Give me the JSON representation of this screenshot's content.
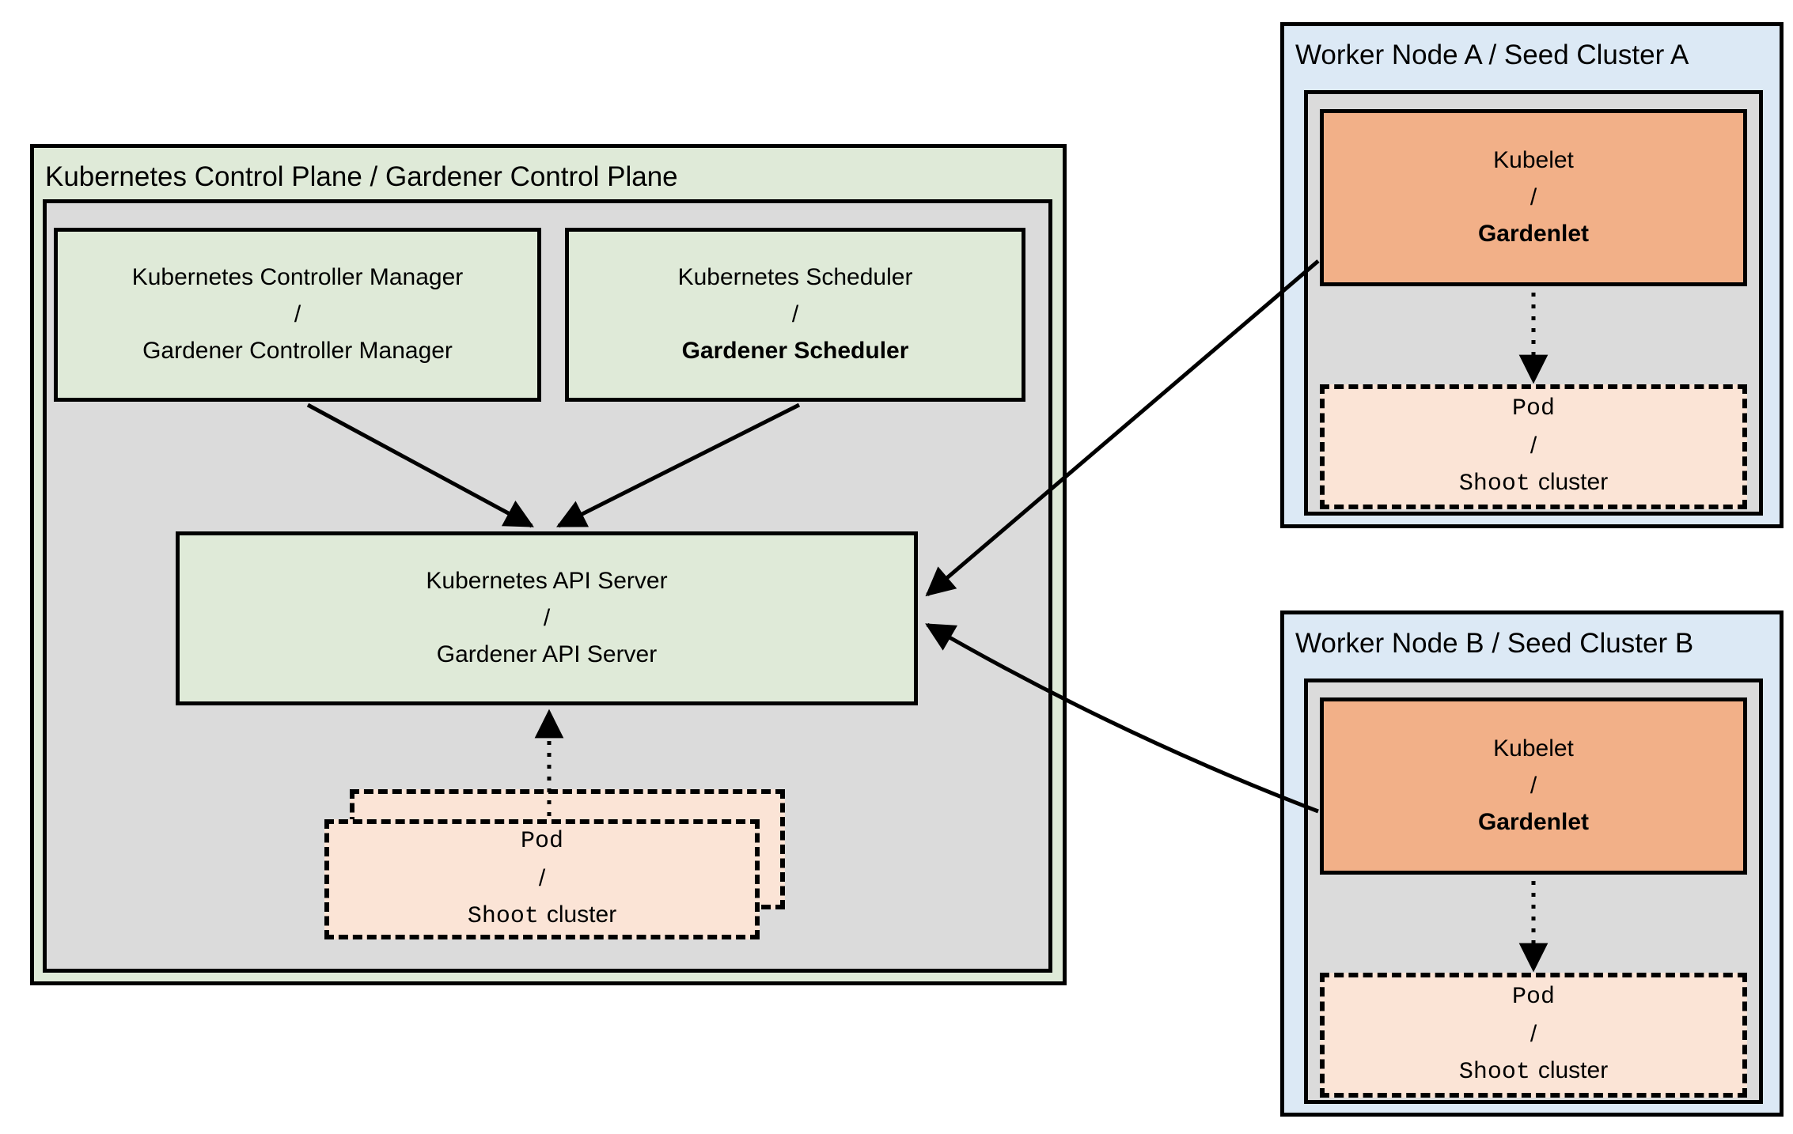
{
  "colors": {
    "canvas_bg": "#ffffff",
    "green": "#dfead8",
    "gray": "#dbdbdb",
    "blue": "#dce9f5",
    "orange": "#f2b088",
    "peach": "#fbe4d6",
    "line": "#000000",
    "text": "#000000"
  },
  "control_plane": {
    "title": "Kubernetes Control Plane / Gardener Control Plane",
    "controller_manager": {
      "line1": "Kubernetes Controller Manager",
      "separator": "/",
      "line2": "Gardener Controller Manager"
    },
    "scheduler": {
      "line1": "Kubernetes Scheduler",
      "separator": "/",
      "line2": "Gardener Scheduler"
    },
    "api_server": {
      "line1": "Kubernetes API Server",
      "separator": "/",
      "line2": "Gardener API Server"
    },
    "pod_stack": {
      "line1": "Pod",
      "separator": "/",
      "line2_mono": "Shoot",
      "line2_sans": "cluster"
    }
  },
  "worker_node_a": {
    "title": "Worker Node A / Seed Cluster A",
    "kubelet": {
      "line1": "Kubelet",
      "separator": "/",
      "line2": "Gardenlet"
    },
    "pod": {
      "line1": "Pod",
      "separator": "/",
      "line2_mono": "Shoot",
      "line2_sans": "cluster"
    }
  },
  "worker_node_b": {
    "title": "Worker Node B / Seed Cluster B",
    "kubelet": {
      "line1": "Kubelet",
      "separator": "/",
      "line2": "Gardenlet"
    },
    "pod": {
      "line1": "Pod",
      "separator": "/",
      "line2_mono": "Shoot",
      "line2_sans": "cluster"
    }
  }
}
